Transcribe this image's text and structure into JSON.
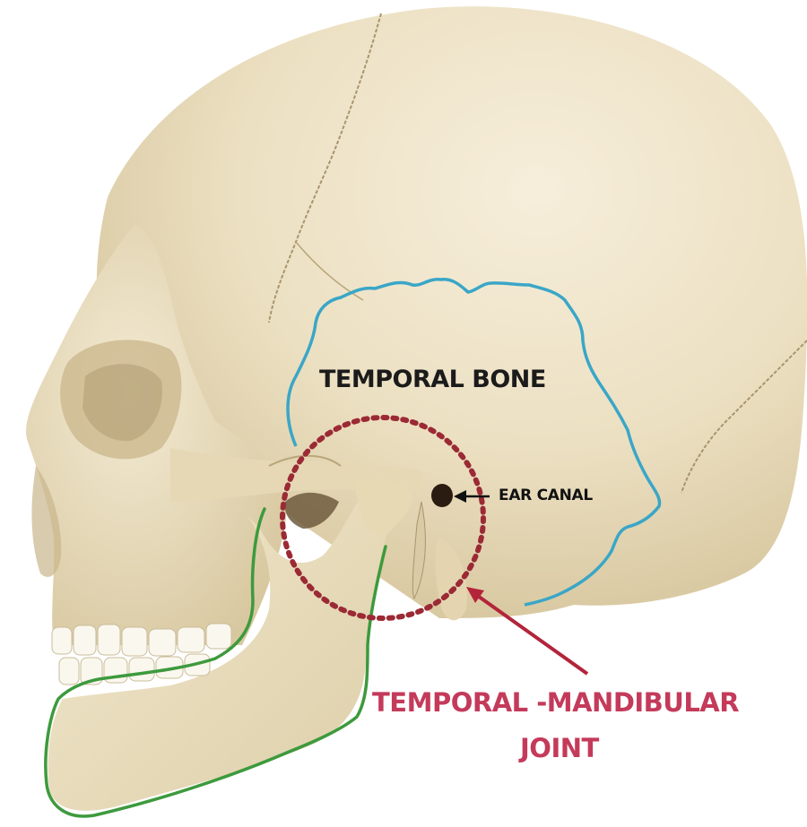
{
  "labels": {
    "temporal_bone": "TEMPORAL BONE",
    "ear_canal": "EAR CANAL",
    "tmj_line1": "TEMPORAL -MANDIBULAR",
    "tmj_line2": "JOINT"
  },
  "colors": {
    "bone": "#efe4c9",
    "bone_shadow": "#d6c7a3",
    "temporal_outline": "#3aa6c7",
    "mandible_outline": "#3d9a3d",
    "joint_circle": "#9b2a35",
    "tmj_text": "#c43a5a",
    "arrow_red": "#b3243a"
  }
}
